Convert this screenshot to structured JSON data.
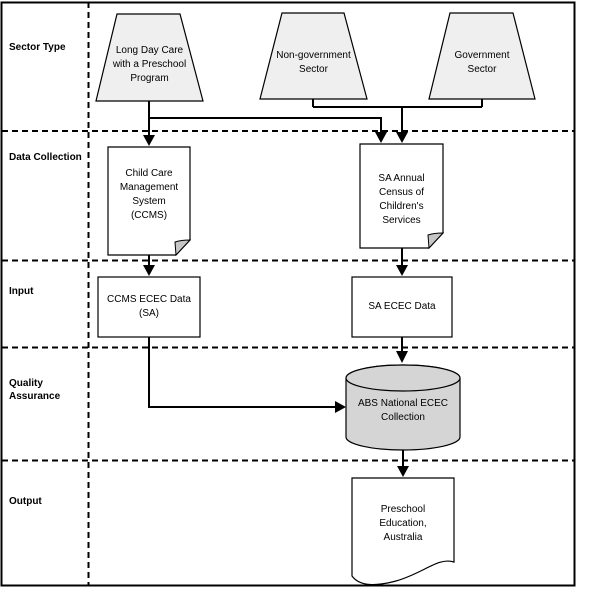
{
  "rows": [
    {
      "label": "Sector Type"
    },
    {
      "label": "Data Collection"
    },
    {
      "label": "Input"
    },
    {
      "label": "Quality\nAssurance"
    },
    {
      "label": "Output"
    }
  ],
  "nodes": {
    "long_day_care": "Long Day Care\nwith a Preschool\nProgram",
    "non_government": "Non-government\nSector",
    "government": "Government\nSector",
    "ccms": "Child Care\nManagement\nSystem\n(CCMS)",
    "sa_census": "SA Annual\nCensus of\nChildren's\nServices",
    "ccms_ecec_data": "CCMS ECEC Data\n(SA)",
    "sa_ecec_data": "SA ECEC Data",
    "abs_national_ecec": "ABS National ECEC\nCollection",
    "preschool_education": "Preschool\nEducation,\nAustralia"
  },
  "colors": {
    "sector_fill": "#efefef",
    "document_fill": "#ffffff",
    "database_fill": "#d5d5d5",
    "fold_fill": "#c6c6c6",
    "line": "#000000"
  }
}
